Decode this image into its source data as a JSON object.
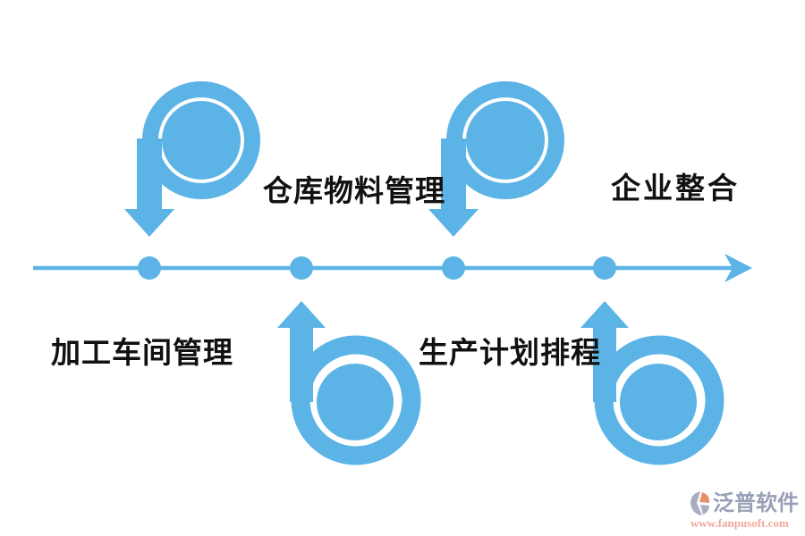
{
  "diagram": {
    "type": "timeline",
    "accent_color": "#5BB4E5",
    "text_color": "#111111",
    "timeline": {
      "direction": "left-to-right",
      "node_count": 4,
      "node_icon": "timeline-dot-icon",
      "end_icon": "right-arrowhead-icon"
    },
    "milestones": [
      {
        "label": "加工车间管理",
        "label_side": "below",
        "marker_side": "above",
        "marker_icon": "p-loop-arrow-down-icon"
      },
      {
        "label": "仓库物料管理",
        "label_side": "above",
        "marker_side": "below",
        "marker_icon": "b-loop-arrow-up-icon"
      },
      {
        "label": "生产计划排程",
        "label_side": "below",
        "marker_side": "above",
        "marker_icon": "p-loop-arrow-down-icon"
      },
      {
        "label": "企业整合",
        "label_side": "above",
        "marker_side": "below",
        "marker_icon": "b-loop-arrow-up-icon"
      }
    ]
  },
  "watermark": {
    "brand": "泛普软件",
    "url": "www.fanpusoft.com",
    "brand_color": "#98A0B6",
    "url_color": "#F0A89C",
    "logo_icon": "fanpusoft-logo-icon"
  }
}
